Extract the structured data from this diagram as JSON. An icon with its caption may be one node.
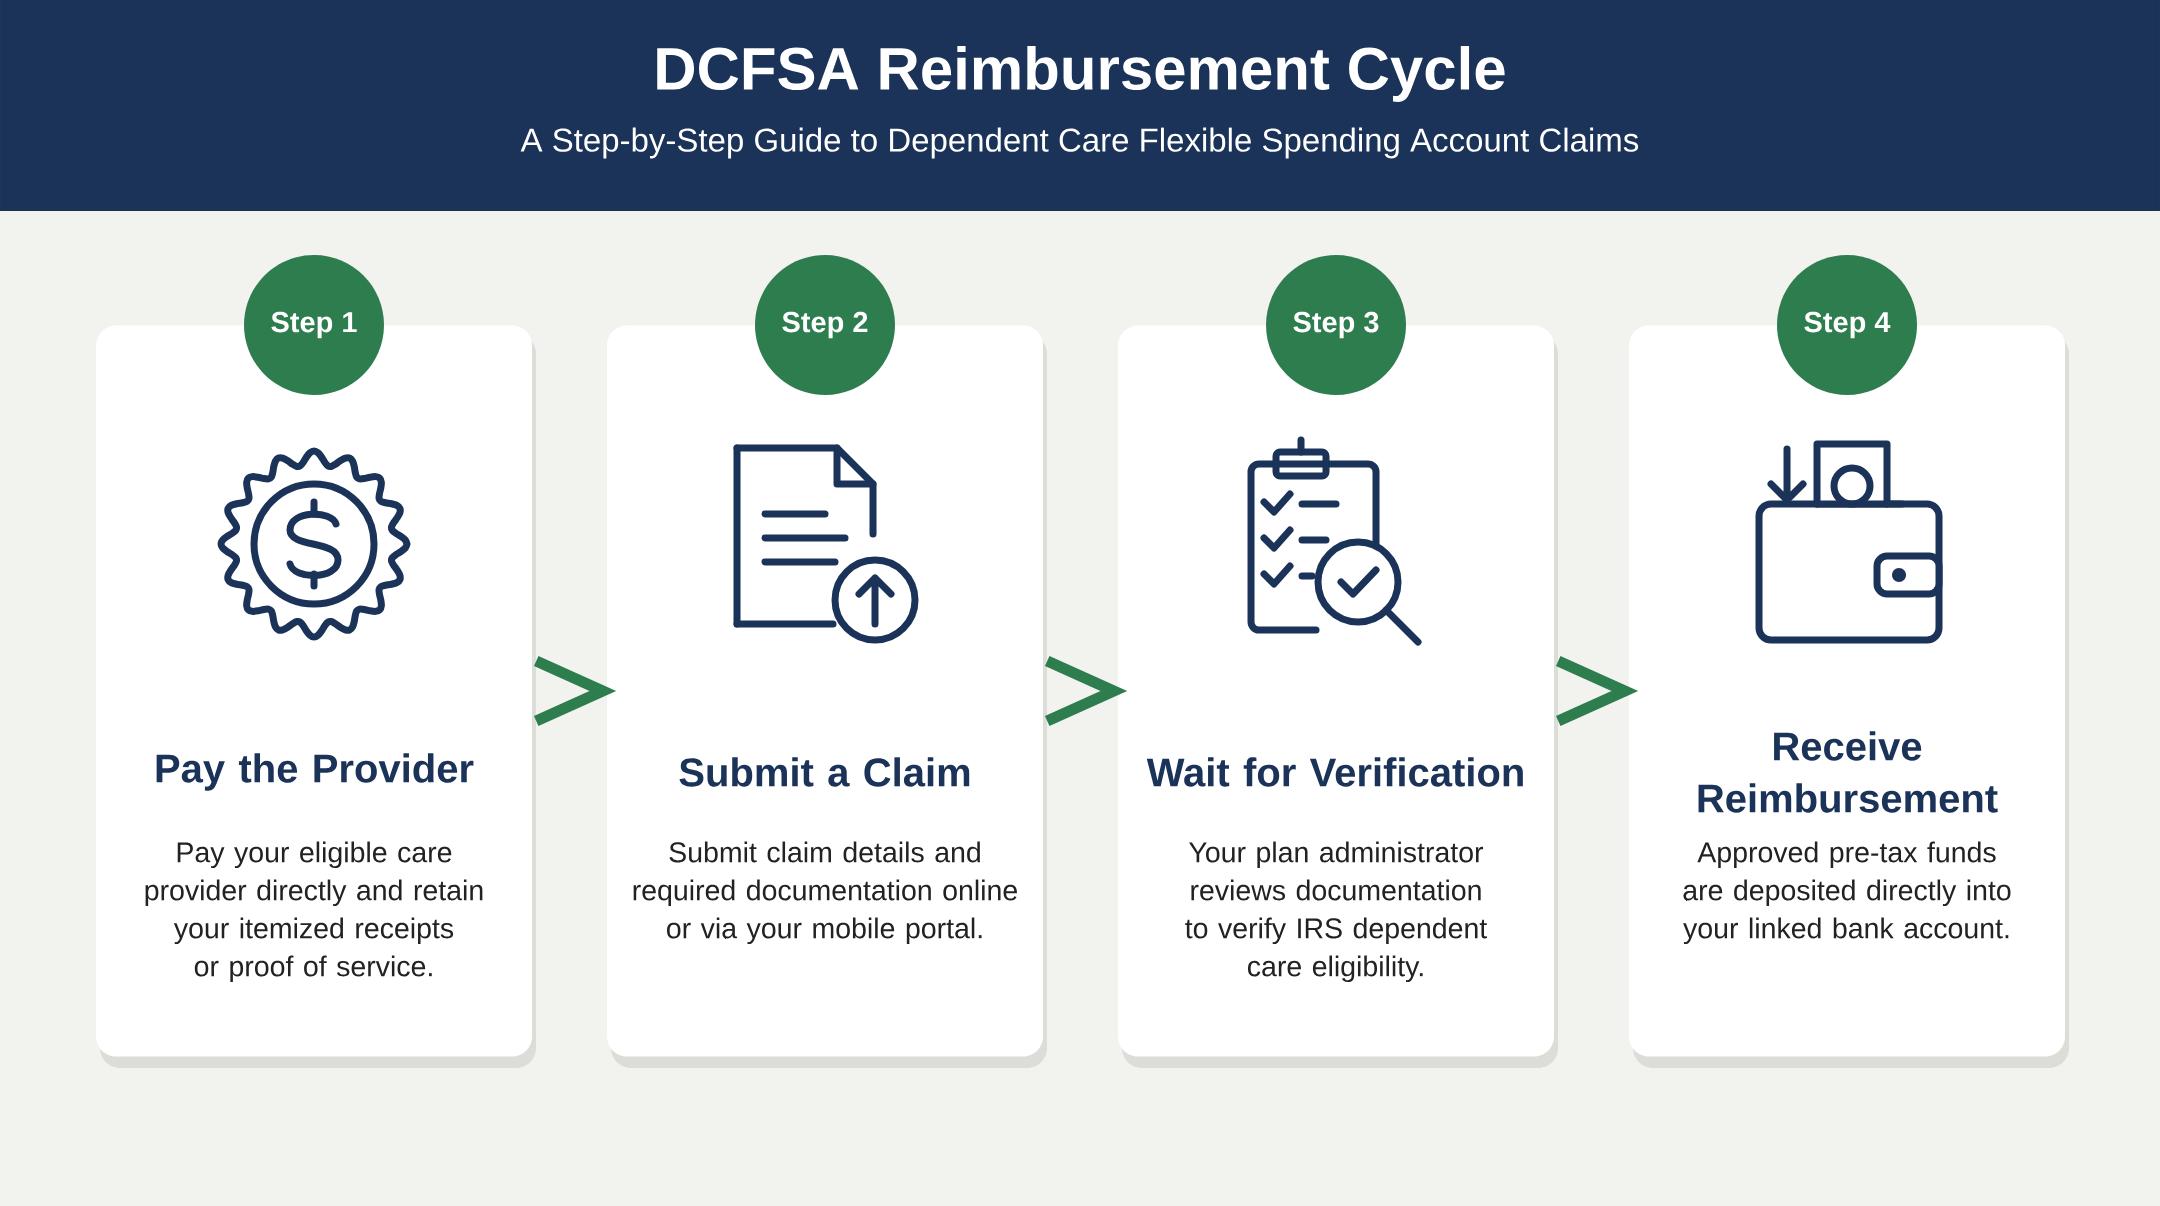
{
  "diagram": {
    "title": "DCFSA Reimbursement Cycle",
    "nodes": [
      {
        "text": [
          "Step 1"
        ]
      },
      {
        "text": [
          "Pay the Provider",
          "Pay your eligible care provider directly and retain your itemized receipts or proof of service."
        ]
      },
      {
        "text": [
          "Step 2"
        ]
      },
      {
        "text": [
          "Submit a Claim",
          "Submit claim details and required documentation online or via your mobile portal."
        ]
      },
      {
        "text": [
          "Step 3"
        ]
      },
      {
        "text": [
          "Wait for Verification",
          "Your plan administrator reviews documentation to verify IRS dependent care eligibility."
        ]
      },
      {
        "text": [
          "Step 4"
        ]
      },
      {
        "text": [
          "Receive Reimbursement",
          "Approved pre-tax funds are deposited directly into your linked bank account."
        ]
      }
    ],
    "edges": [
      {
        "from": 1,
        "to": 3,
        "arrow": "to"
      },
      {
        "from": 3,
        "to": 5,
        "arrow": "to"
      },
      {
        "from": 5,
        "to": 7,
        "arrow": "to"
      }
    ],
    "labels": [
      "A Step-by-Step Guide to Dependent Care Flexible Spending Account Claims"
    ]
  }
}
